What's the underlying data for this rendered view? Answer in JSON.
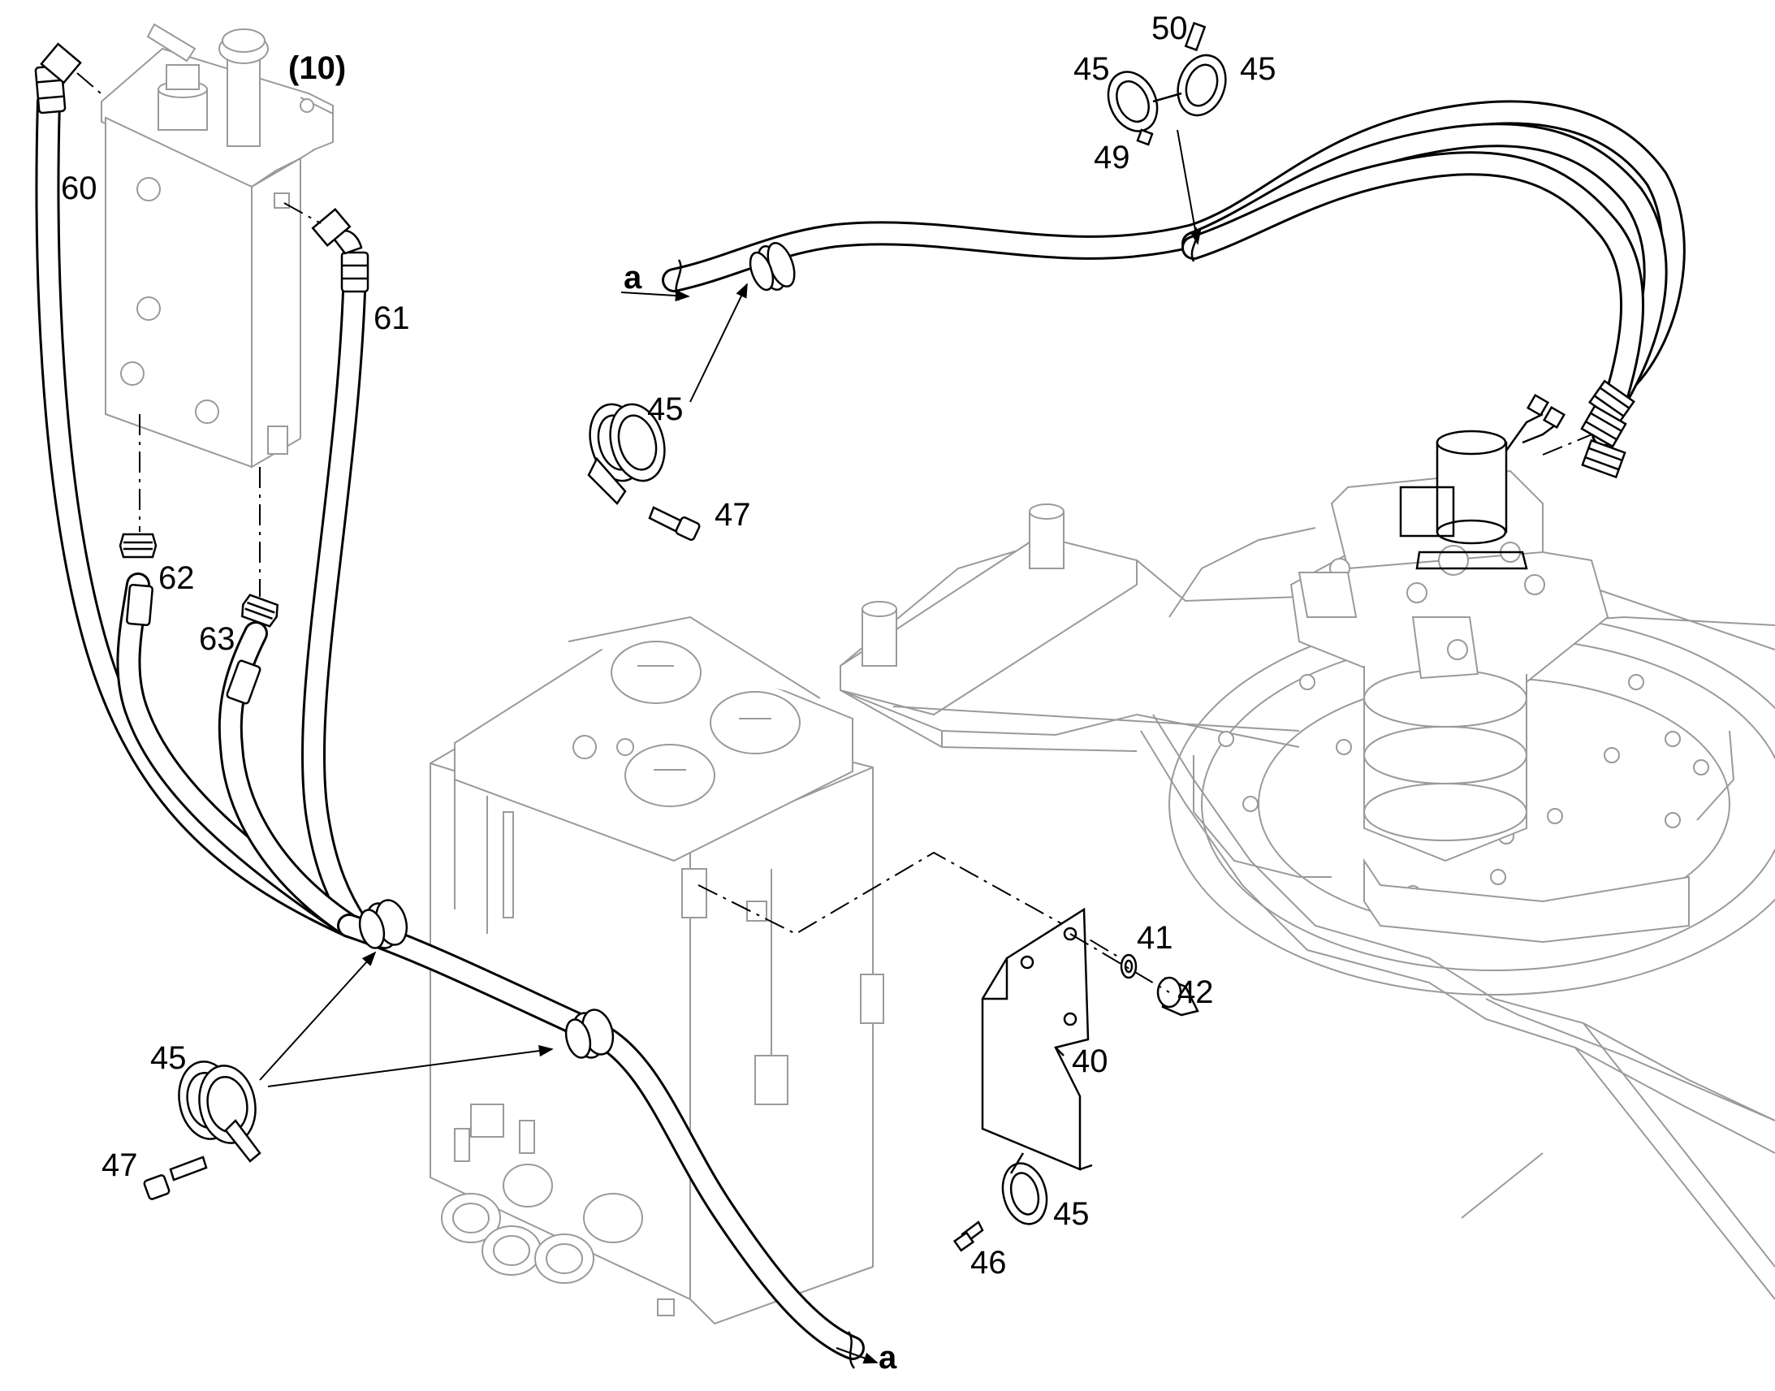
{
  "diagram": {
    "assembly_label": "(10)",
    "callouts": {
      "c60": "60",
      "c61": "61",
      "c62": "62",
      "c63": "63",
      "c45_top_left": "45",
      "c50": "50",
      "c45_top_right": "45",
      "c49": "49",
      "c45_mid": "45",
      "c47_mid": "47",
      "c45_low": "45",
      "c47_low": "47",
      "c41": "41",
      "c42": "42",
      "c40": "40",
      "c45_bracket": "45",
      "c46": "46"
    },
    "connector_a_top": "a",
    "connector_a_bottom": "a"
  }
}
